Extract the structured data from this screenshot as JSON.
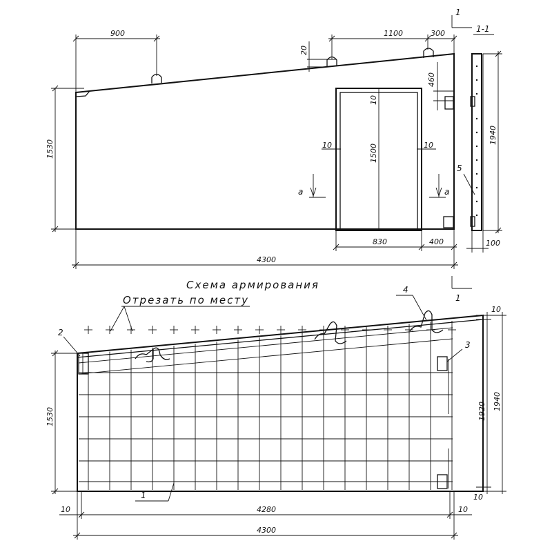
{
  "elevation": {
    "dims": {
      "d900": "900",
      "d20": "20",
      "d1100": "1100",
      "d300": "300",
      "d460": "460",
      "d1530": "1530",
      "d1940": "1940",
      "d10_top": "10",
      "d1500": "1500",
      "d10_left": "10",
      "d10_right": "10",
      "d830": "830",
      "d400": "400",
      "d4300": "4300",
      "d100": "100"
    },
    "section_label": "1-1",
    "section_mark": "1",
    "cut_mark_left": "а",
    "cut_mark_right": "а",
    "callout_5": "5"
  },
  "reinforcement": {
    "title": "Схема армирования",
    "cut_note": "Отрезать по месту",
    "section_mark": "1",
    "callouts": {
      "c1": "1",
      "c2": "2",
      "c3": "3",
      "c4": "4"
    },
    "dims": {
      "d10_top": "10",
      "d1920": "1920",
      "d1940": "1940",
      "d1530": "1530",
      "d10_bot_right": "10",
      "d10_left": "10",
      "d4280": "4280",
      "d10_right": "10",
      "d4300": "4300"
    }
  }
}
